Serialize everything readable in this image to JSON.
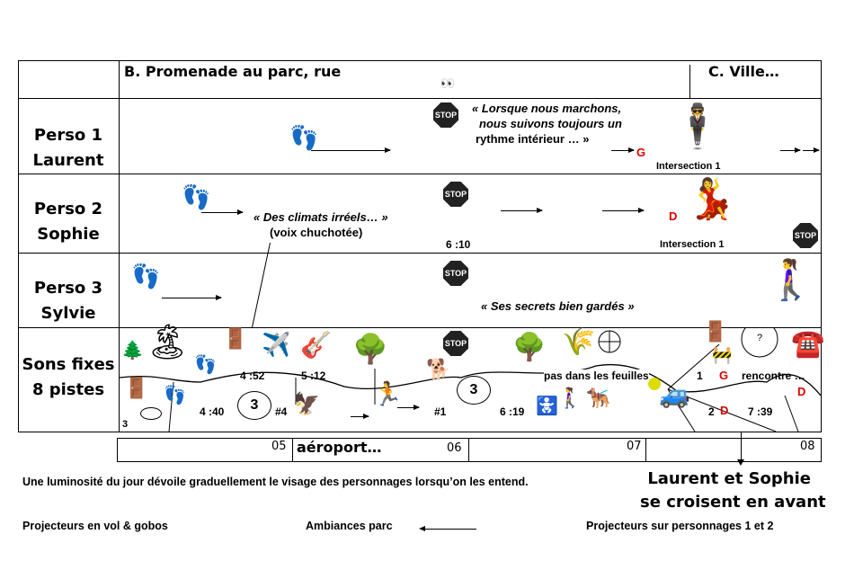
{
  "header": {
    "scene_b": "B.  Promenade au parc, rue",
    "scene_c": "C.  Ville…"
  },
  "rows": [
    {
      "label_line1": "Perso 1",
      "label_line2": "Laurent"
    },
    {
      "label_line1": "Perso 2",
      "label_line2": "Sophie"
    },
    {
      "label_line1": "Perso 3",
      "label_line2": "Sylvie"
    },
    {
      "label_line1": "Sons fixes",
      "label_line2": "8 pistes"
    }
  ],
  "perso1": {
    "quote_line1": "« Lorsque nous marchons,",
    "quote_line2": "nous suivons toujours un",
    "quote_line3": "rythme intérieur … »",
    "marker": "G",
    "intersection": "Intersection 1"
  },
  "perso2": {
    "quote": "« Des climats irréels… »",
    "note": "(voix chuchotée)",
    "time": "6 :10",
    "marker": "D",
    "intersection": "Intersection 1"
  },
  "perso3": {
    "quote": "« Ses secrets bien gardés »"
  },
  "sons": {
    "t_452": "4 :52",
    "t_512": "5 :12",
    "t_440": "4 :40",
    "n4": "#4",
    "n1": "#1",
    "t_619": "6 :19",
    "feuilles": "pas dans les feuilles",
    "one": "1",
    "two": "2",
    "t_739": "7 :39",
    "rencontre": "rencontre …",
    "q": "?",
    "three": "3",
    "cloud3": "3",
    "marker_g": "G",
    "marker_d": "D",
    "marker_d2": "D"
  },
  "stop_label": "STOP",
  "timeline": {
    "t05": "05",
    "aeroport": "aéroport…",
    "t06": "06",
    "t07": "07",
    "t08": "08"
  },
  "notes": {
    "luminosite": "Une luminosité  du jour dévoile graduellement le visage des personnages lorsqu’on les entend.",
    "croisent_line1": "Laurent et Sophie",
    "croisent_line2": "se croisent en avant",
    "projecteurs_vol": "Projecteurs en vol  & gobos",
    "ambiances": "Ambiances parc",
    "projecteurs_perso": "Projecteurs sur personnages 1 et 2"
  }
}
